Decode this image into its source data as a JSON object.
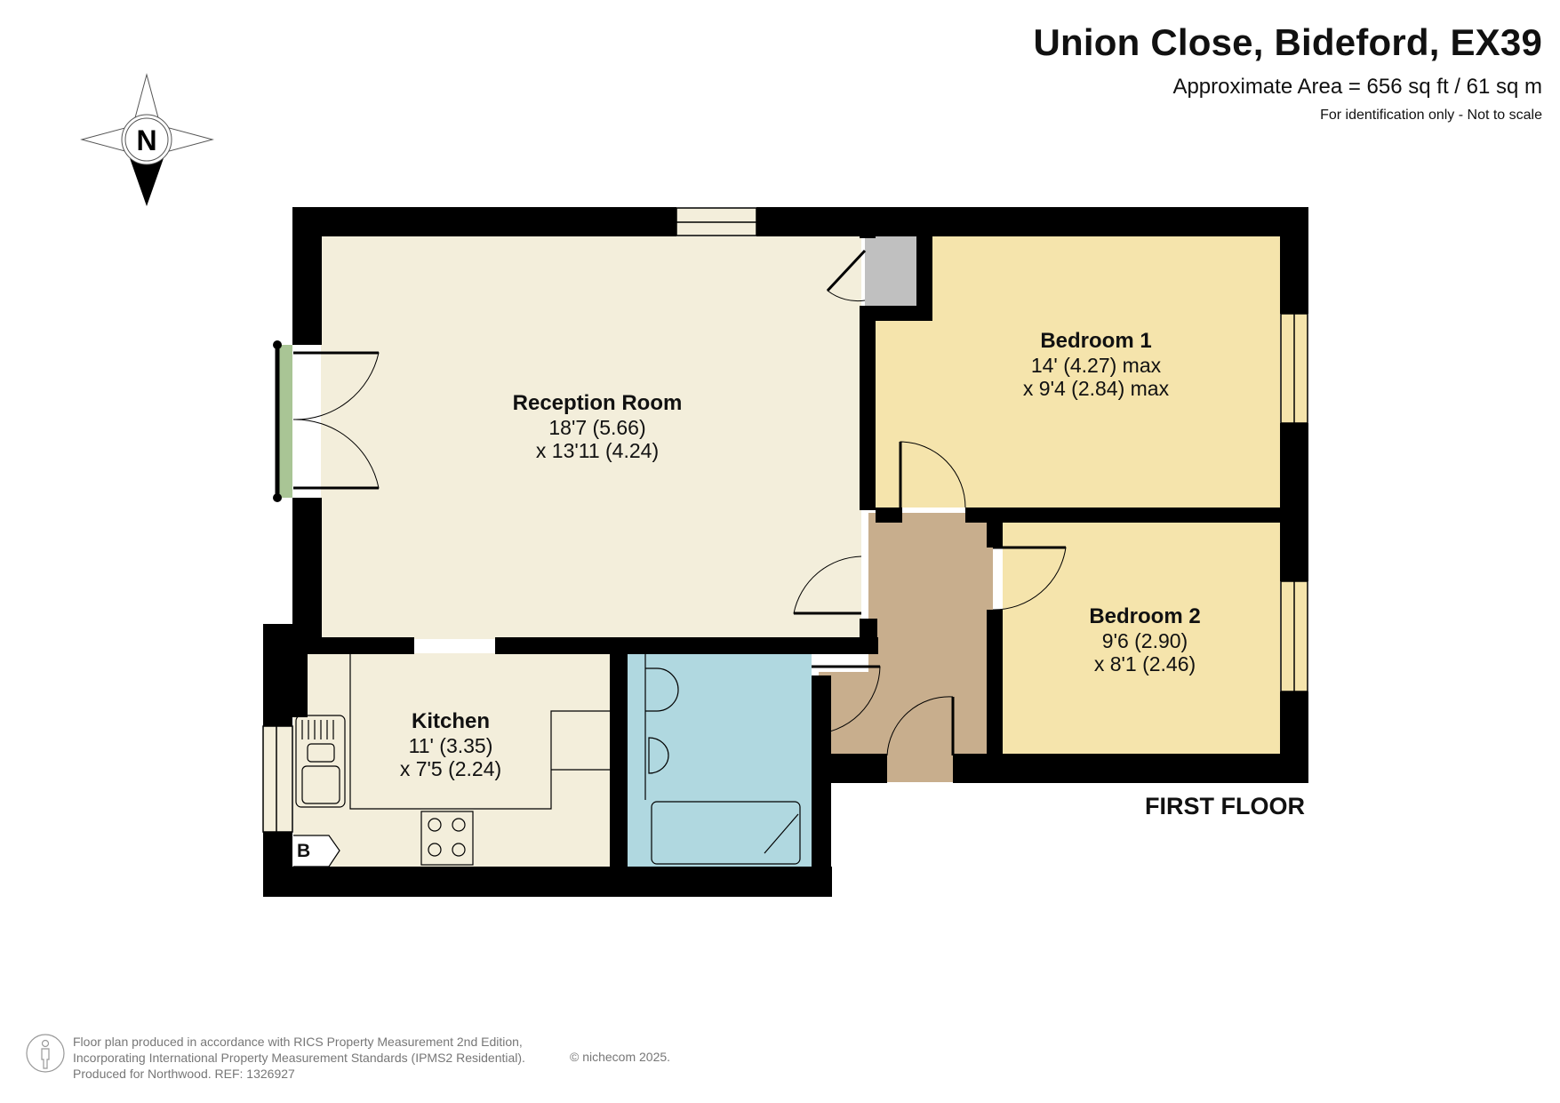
{
  "header": {
    "title": "Union Close, Bideford, EX39",
    "area": "Approximate Area = 656 sq ft / 61 sq m",
    "disclaimer": "For identification only - Not to scale"
  },
  "compass": {
    "label": "N",
    "icon": "north-arrow-compass-icon"
  },
  "floor": {
    "label": "FIRST FLOOR"
  },
  "rooms": [
    {
      "name": "Reception Room",
      "dim1": "18'7 (5.66)",
      "dim2": "x 13'11 (4.24)",
      "color": "#f3eedb"
    },
    {
      "name": "Bedroom 1",
      "dim1": "14' (4.27) max",
      "dim2": "x 9'4 (2.84) max",
      "color": "#f5e4ac"
    },
    {
      "name": "Bedroom 2",
      "dim1": "9'6 (2.90)",
      "dim2": "x 8'1 (2.46)",
      "color": "#f5e4ac"
    },
    {
      "name": "Kitchen",
      "dim1": "11' (3.35)",
      "dim2": "x 7'5 (2.24)",
      "color": "#f3eedb"
    }
  ],
  "fixtures": {
    "boiler_label": "B",
    "bathroom_color": "#b0d8e0",
    "hall_color": "#c8ae8d",
    "cupboard_color": "#c0c0c0",
    "french_door_color": "#a9c595",
    "wall_color": "#000000"
  },
  "footer": {
    "line1": "Floor plan produced in accordance with RICS Property Measurement 2nd Edition,",
    "line2": "Incorporating International Property Measurement Standards (IPMS2 Residential).",
    "line3": "Produced for Northwood.   REF:     1326927",
    "copyright": "© nichecom 2025."
  }
}
